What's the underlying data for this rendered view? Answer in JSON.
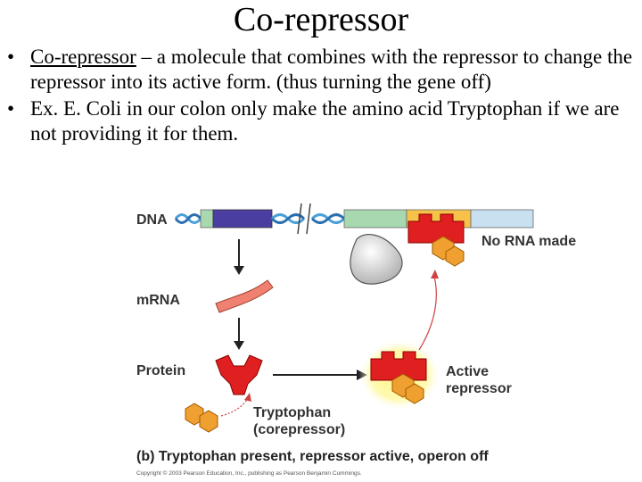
{
  "slide": {
    "title": "Co-repressor",
    "bullets": [
      {
        "term": "Co-repressor",
        "rest": " – a molecule that combines with the repressor to change the repressor into its active form. (thus turning the gene off)"
      },
      {
        "term": "",
        "rest": "Ex. E. Coli in our colon only make the amino acid Tryptophan if we are not providing it for them."
      }
    ]
  },
  "figure": {
    "dna_label": "DNA",
    "mrna_label": "mRNA",
    "protein_label": "Protein",
    "no_rna_label": "No RNA made",
    "active_repressor_line1": "Active",
    "active_repressor_line2": "repressor",
    "tryptophan_line1": "Tryptophan",
    "tryptophan_line2": "(corepressor)",
    "caption": "(b) Tryptophan present, repressor active, operon off",
    "copyright": "Copyright © 2003 Pearson Education, Inc., publishing as Pearson Benjamin Cummings.",
    "colors": {
      "gene": "#4a3fa0",
      "operator": "#f7c24a",
      "repressor": "#e02020",
      "tryptophan": "#f0a030",
      "mrna": "#f08070",
      "dna_helix": "#4aa0d8",
      "dna_segment": "#a8d8b0",
      "dna_right": "#c8e0f0"
    }
  }
}
